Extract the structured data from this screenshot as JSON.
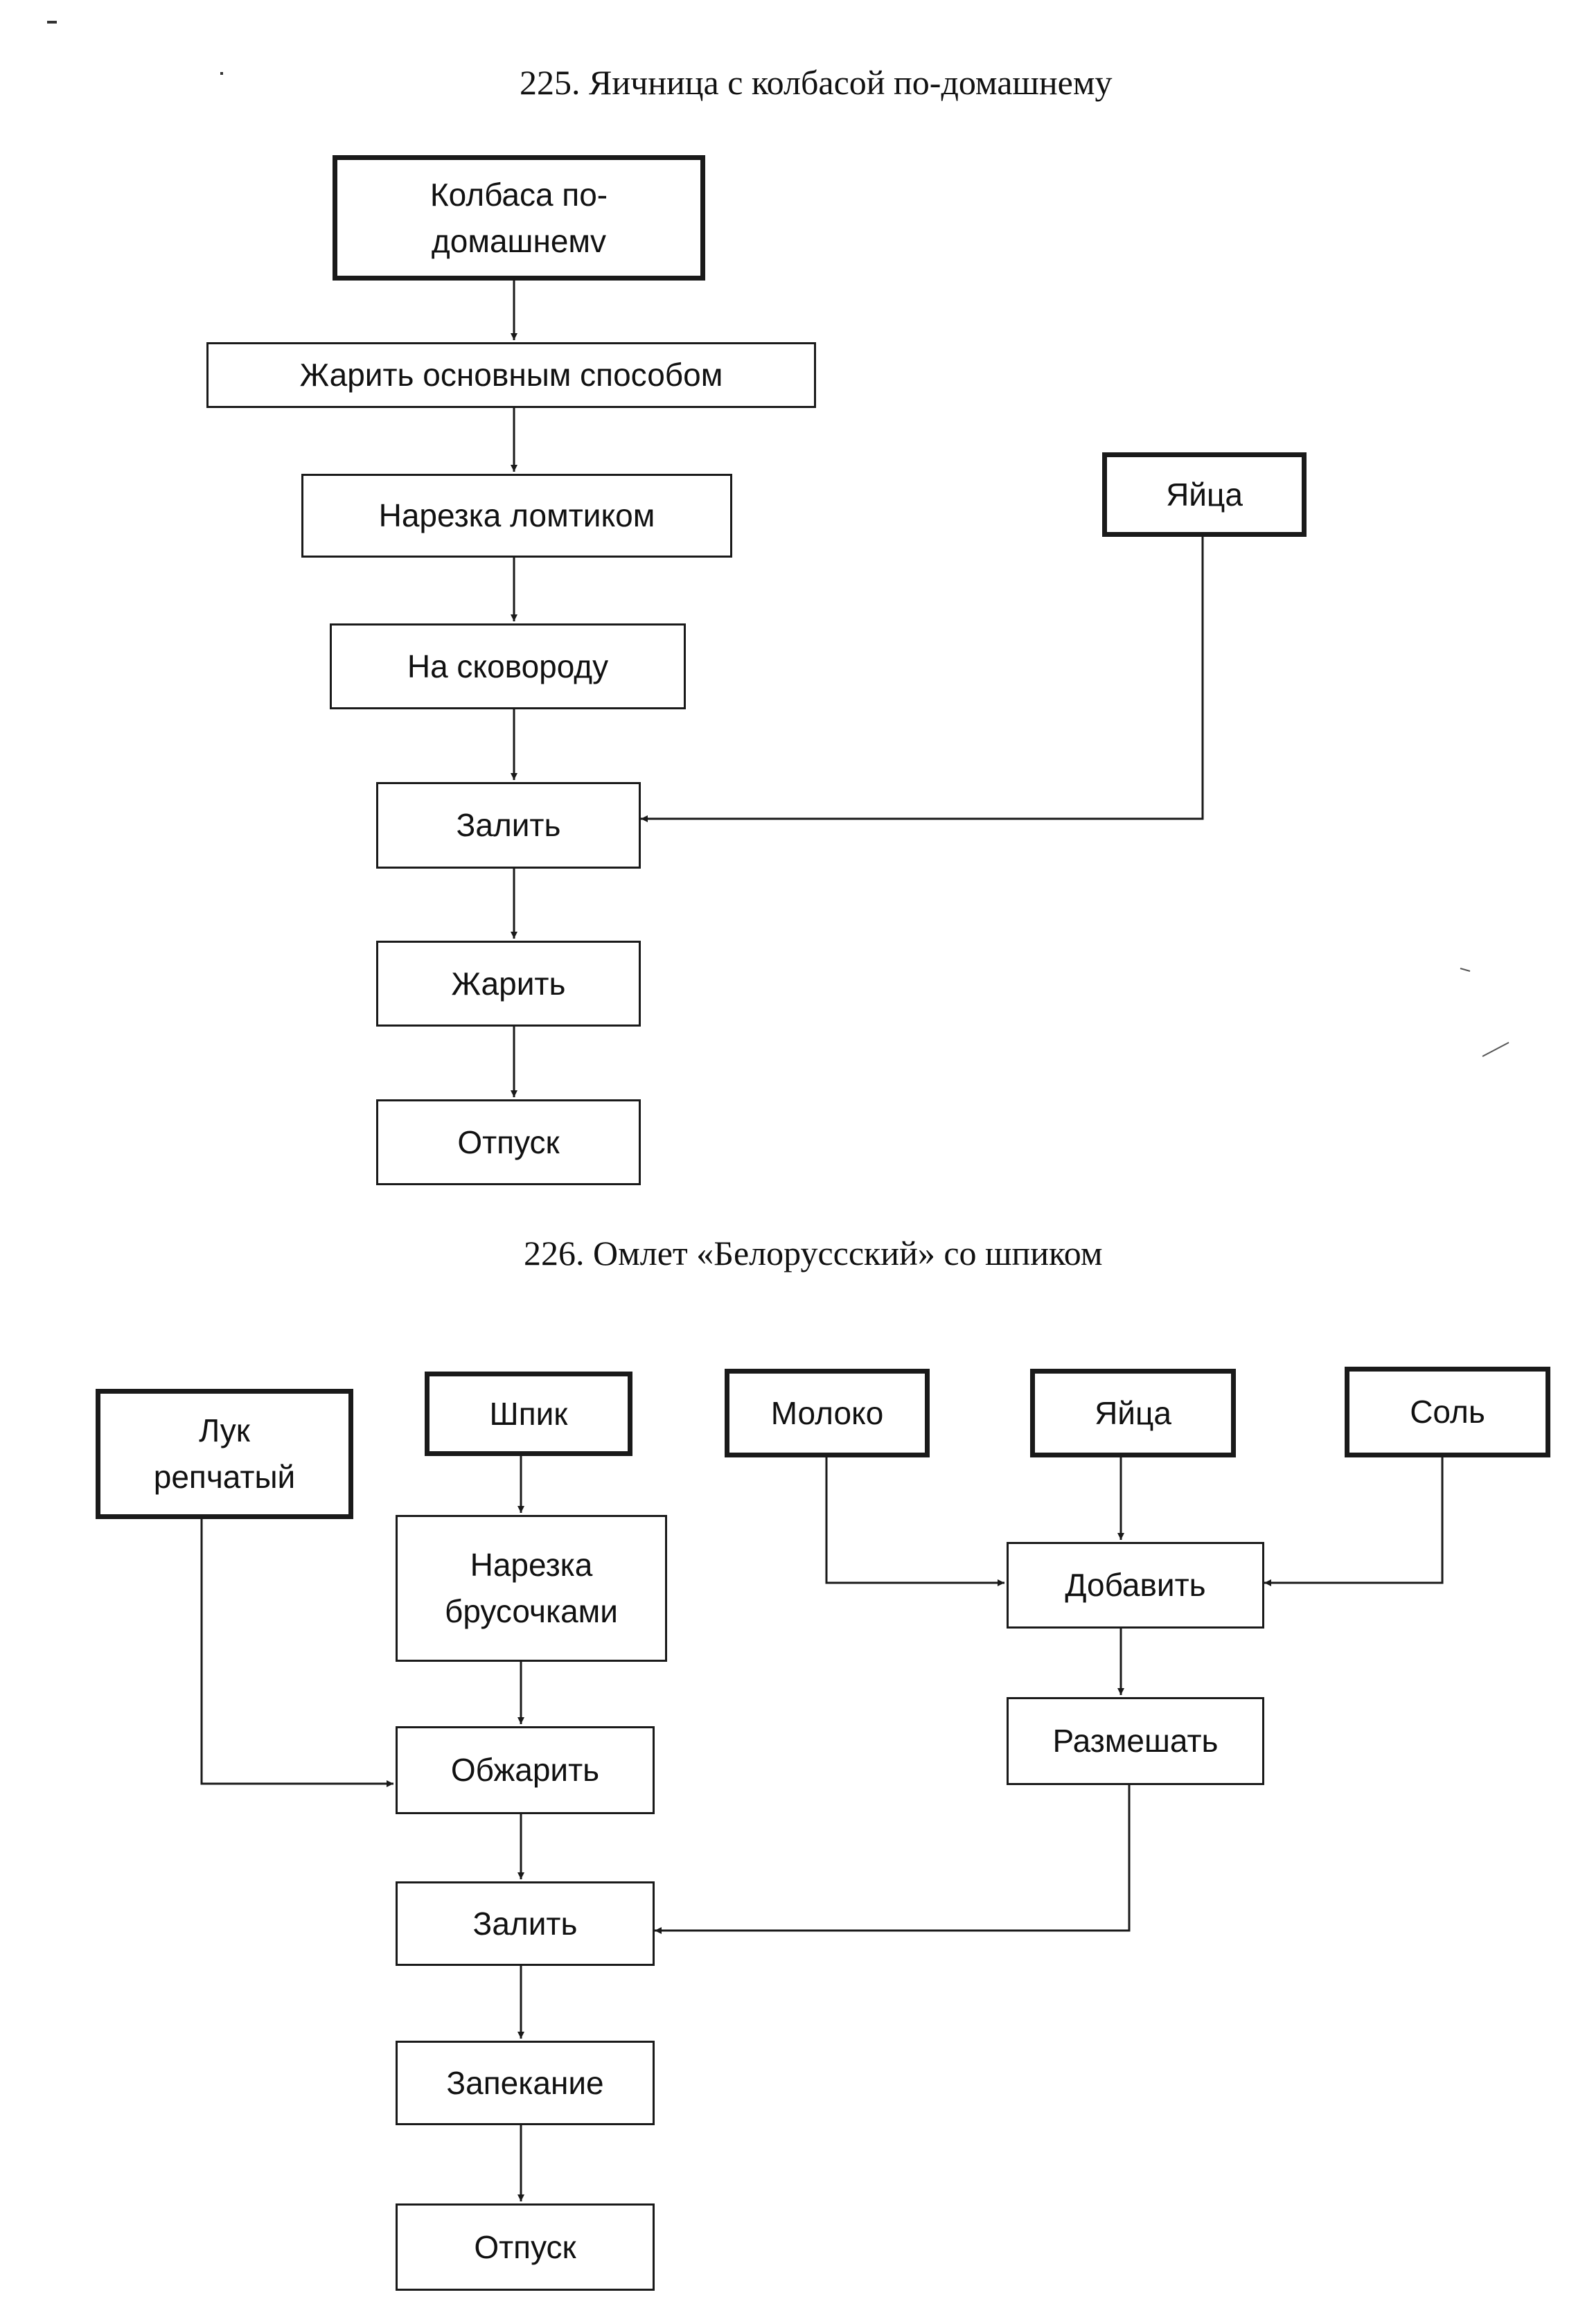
{
  "colors": {
    "ink": "#1a1a1a",
    "background": "#ffffff"
  },
  "diagram1": {
    "title": "225. Яичница с колбасой по-домашнему",
    "nodes": {
      "sausage": {
        "lines": [
          "Колбаса по-",
          "домашнемv"
        ]
      },
      "fry_main": {
        "label": "Жарить основным способом"
      },
      "slice": {
        "label": "Нарезка ломтиком"
      },
      "pan": {
        "label": "На сковороду"
      },
      "eggs": {
        "label": "Яйца"
      },
      "pour": {
        "label": "Залить"
      },
      "fry": {
        "label": "Жарить"
      },
      "serve": {
        "label": "Отпуск"
      }
    },
    "edges": [
      [
        "sausage",
        "fry_main"
      ],
      [
        "fry_main",
        "slice"
      ],
      [
        "slice",
        "pan"
      ],
      [
        "pan",
        "pour"
      ],
      [
        "eggs",
        "pour"
      ],
      [
        "pour",
        "fry"
      ],
      [
        "fry",
        "serve"
      ]
    ]
  },
  "diagram2": {
    "title": "226. Омлет «Белоруссский» со шпиком",
    "nodes": {
      "onion": {
        "lines": [
          "Лук",
          "репчатый"
        ]
      },
      "lard": {
        "label": "Шпик"
      },
      "cut_bars": {
        "lines": [
          "Нарезка",
          "брусочками"
        ]
      },
      "fry": {
        "label": "Обжарить"
      },
      "pour": {
        "label": "Залить"
      },
      "bake": {
        "label": "Запекание"
      },
      "serve": {
        "label": "Отпуск"
      },
      "milk": {
        "label": "Молоко"
      },
      "eggs": {
        "label": "Яйца"
      },
      "salt": {
        "label": "Соль"
      },
      "add": {
        "label": "Добавить"
      },
      "mix": {
        "label": "Размешать"
      }
    },
    "edges": [
      [
        "lard",
        "cut_bars"
      ],
      [
        "cut_bars",
        "fry"
      ],
      [
        "onion",
        "fry"
      ],
      [
        "fry",
        "pour"
      ],
      [
        "pour",
        "bake"
      ],
      [
        "bake",
        "serve"
      ],
      [
        "milk",
        "add"
      ],
      [
        "eggs",
        "add"
      ],
      [
        "salt",
        "add"
      ],
      [
        "add",
        "mix"
      ],
      [
        "mix",
        "pour"
      ]
    ]
  }
}
